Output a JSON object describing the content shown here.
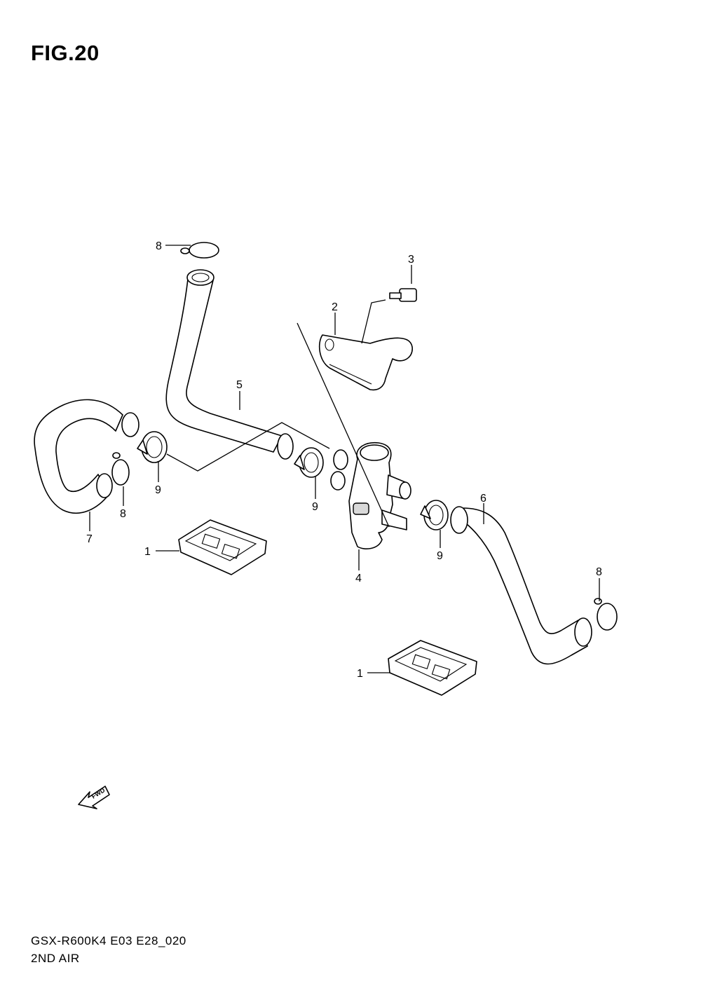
{
  "figure": {
    "title": "FIG.20",
    "model_code": "GSX-R600K4  E03  E28_020",
    "section_name": "2ND AIR"
  },
  "callouts": [
    {
      "id": "c8a",
      "label": "8"
    },
    {
      "id": "c3",
      "label": "3"
    },
    {
      "id": "c2",
      "label": "2"
    },
    {
      "id": "c5",
      "label": "5"
    },
    {
      "id": "c9a",
      "label": "9"
    },
    {
      "id": "c8b",
      "label": "8"
    },
    {
      "id": "c7",
      "label": "7"
    },
    {
      "id": "c9b",
      "label": "9"
    },
    {
      "id": "c6",
      "label": "6"
    },
    {
      "id": "c4",
      "label": "4"
    },
    {
      "id": "c9c",
      "label": "9"
    },
    {
      "id": "c1a",
      "label": "1"
    },
    {
      "id": "c8c",
      "label": "8"
    },
    {
      "id": "c1b",
      "label": "1"
    }
  ],
  "fwd_badge": {
    "text": "FWD"
  }
}
